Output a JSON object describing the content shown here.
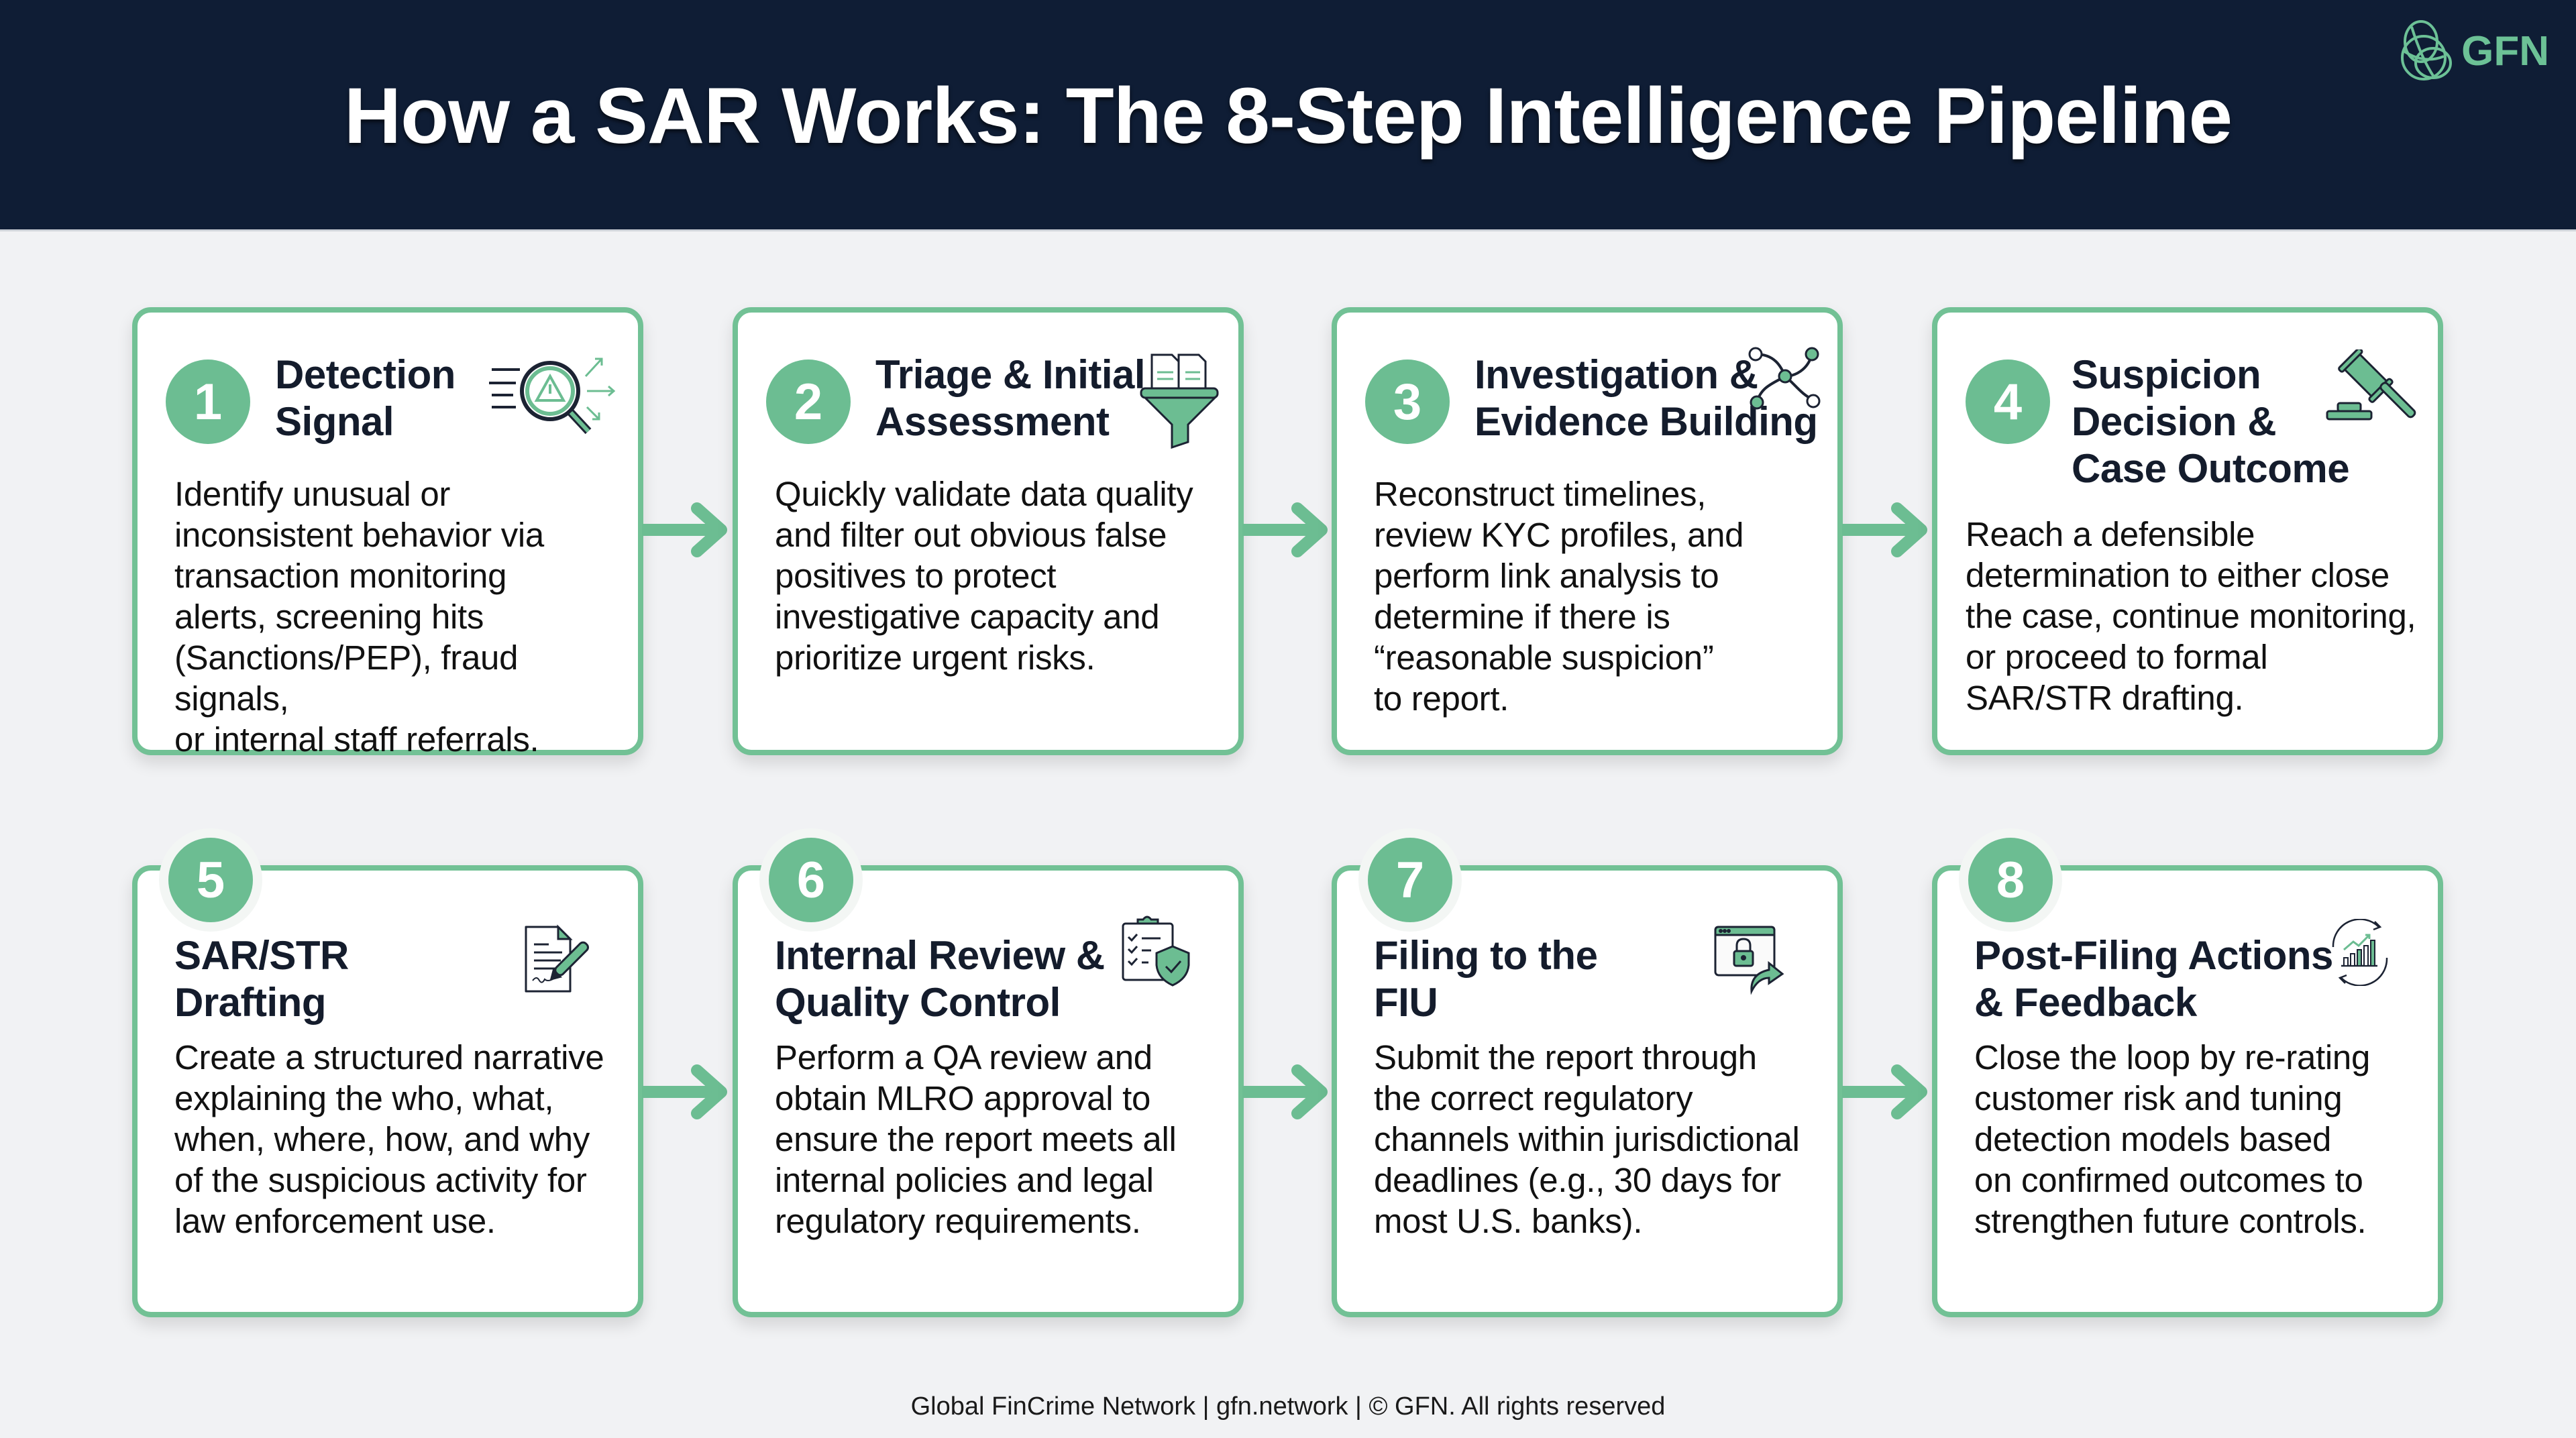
{
  "header": {
    "title": "How a SAR Works: The 8-Step Intelligence Pipeline",
    "logo_text": "GFN",
    "background_color": "#0f1d35",
    "accent_color": "#6cc196"
  },
  "steps": [
    {
      "number": "1",
      "title_lines": [
        "Detection",
        "Signal"
      ],
      "description_lines": [
        "Identify unusual or",
        "inconsistent behavior via",
        "transaction monitoring",
        "alerts, screening hits",
        "(Sanctions/PEP), fraud signals,",
        "or internal staff referrals."
      ],
      "icon": "magnifier-alert-icon"
    },
    {
      "number": "2",
      "title_lines": [
        "Triage & Initial",
        "Assessment"
      ],
      "description_lines": [
        "Quickly validate data quality",
        "and filter out obvious false",
        "positives to protect",
        "investigative capacity and",
        "prioritize urgent risks."
      ],
      "icon": "funnel-documents-icon"
    },
    {
      "number": "3",
      "title_lines": [
        "Investigation &",
        "Evidence Building"
      ],
      "description_lines": [
        "Reconstruct timelines,",
        "review KYC profiles, and",
        "perform link analysis to",
        "determine if there is",
        "“reasonable suspicion”",
        "to report."
      ],
      "icon": "network-graph-icon"
    },
    {
      "number": "4",
      "title_lines": [
        "Suspicion",
        "Decision &",
        "Case Outcome"
      ],
      "description_lines": [
        "Reach a defensible",
        "determination to either close",
        "the case, continue monitoring,",
        "or proceed to formal",
        "SAR/STR drafting."
      ],
      "icon": "gavel-icon"
    },
    {
      "number": "5",
      "title_lines": [
        "SAR/STR",
        "Drafting"
      ],
      "description_lines": [
        "Create a structured narrative",
        "explaining the who, what,",
        "when, where, how, and why",
        "of the suspicious activity for",
        "law enforcement use."
      ],
      "icon": "document-pen-icon"
    },
    {
      "number": "6",
      "title_lines": [
        "Internal Review &",
        "Quality Control"
      ],
      "description_lines": [
        "Perform a QA review and",
        "obtain MLRO approval to",
        "ensure the report meets all",
        "internal policies and legal",
        "regulatory requirements."
      ],
      "icon": "clipboard-shield-icon"
    },
    {
      "number": "7",
      "title_lines": [
        "Filing to the",
        "FIU"
      ],
      "description_lines": [
        "Submit the report through",
        "the correct regulatory",
        "channels within jurisdictional",
        "deadlines (e.g., 30 days for",
        "most U.S. banks)."
      ],
      "icon": "secure-browser-send-icon"
    },
    {
      "number": "8",
      "title_lines": [
        "Post-Filing Actions",
        "& Feedback"
      ],
      "description_lines": [
        "Close the loop by re-rating",
        "customer risk and tuning",
        "detection models based",
        "on confirmed outcomes to",
        "strengthen future controls."
      ],
      "icon": "cycle-chart-icon"
    }
  ],
  "colors": {
    "card_border": "#72c195",
    "badge": "#6cbd92",
    "arrow": "#6cbd92",
    "text_dark": "#141c2c",
    "page_background": "#f1f2f4"
  },
  "footer": {
    "text": "Global FinCrime Network | gfn.network | © GFN. All rights reserved"
  }
}
